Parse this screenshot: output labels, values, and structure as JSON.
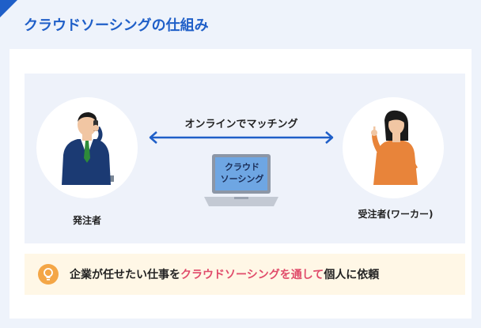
{
  "header": {
    "title": "クラウドソーシングの仕組み",
    "accent_color": "#1f5fc8"
  },
  "diagram": {
    "left_actor": {
      "label": "発注者",
      "icon": "businessman-phone-icon"
    },
    "right_actor": {
      "label": "受注者(ワーカー)",
      "icon": "woman-worker-icon"
    },
    "connector": {
      "label": "オンラインでマッチング",
      "icon": "double-arrow-icon"
    },
    "platform": {
      "line1": "クラウド",
      "line2": "ソーシング",
      "icon": "laptop-icon"
    }
  },
  "note": {
    "icon": "lightbulb-icon",
    "text_before": "企業が任せたい仕事を",
    "text_highlight": "クラウドソーシングを通して",
    "text_after": "個人に依頼",
    "highlight_color": "#e04b6a",
    "background": "#fff7e6"
  }
}
